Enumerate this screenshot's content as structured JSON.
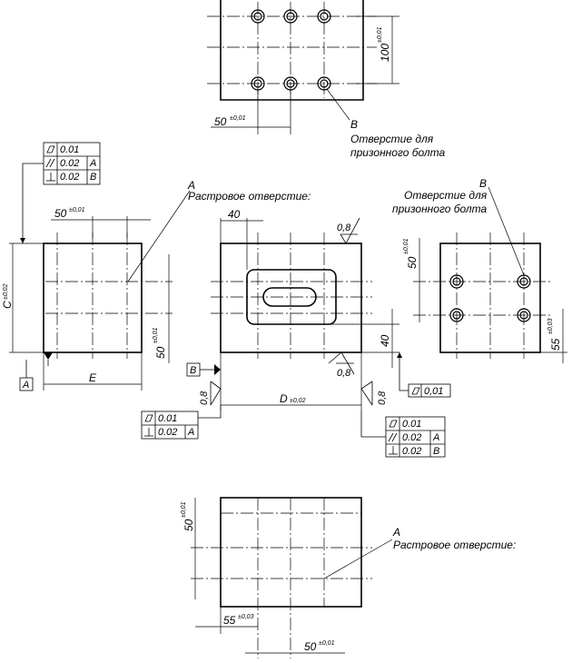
{
  "views": {
    "top": {
      "dim_spacing": "50",
      "dim_spacing_tol": "±0,01",
      "dim_height": "100",
      "dim_height_tol": "±0,01",
      "callout_letter": "B",
      "callout_text_line1": "Отверстие для",
      "callout_text_line2": "призонного болта"
    },
    "left": {
      "dim_spacing": "50",
      "dim_spacing_tol": "±0,01",
      "dim_height": "C",
      "dim_height_tol": "±0,02",
      "dim_width": "E",
      "dim_vert": "50",
      "dim_vert_tol": "±0,01",
      "datum": "A",
      "callout_letter": "A",
      "callout_text": "Растровое отверстие:"
    },
    "front": {
      "dim_40_top": "40",
      "dim_40_side": "40",
      "roughness_top": "0,8",
      "roughness_bottom": "0,8",
      "roughness_left": "0,8",
      "roughness_right": "0,8",
      "dim_width": "D",
      "dim_width_tol": "±0,02",
      "datum": "B",
      "flatness_value": "0,01"
    },
    "right": {
      "callout_letter": "B",
      "callout_text_line1": "Отверстие для",
      "callout_text_line2": "призонного болта",
      "dim_vert": "50",
      "dim_vert_tol": "±0,01",
      "dim_55": "55",
      "dim_55_tol": "±0,03"
    },
    "bottom": {
      "dim_vert": "50",
      "dim_vert_tol": "±0,01",
      "dim_55": "55",
      "dim_55_tol": "±0,03",
      "dim_50": "50",
      "dim_50_tol": "±0,01",
      "callout_letter": "A",
      "callout_text": "Растровое отверстие:"
    }
  },
  "tolerance_frames": {
    "left_view": [
      {
        "symbol": "flatness",
        "value": "0.01",
        "datum": ""
      },
      {
        "symbol": "parallelism",
        "value": "0.02",
        "datum": "A"
      },
      {
        "symbol": "perpendicularity",
        "value": "0.02",
        "datum": "B"
      }
    ],
    "front_left": [
      {
        "symbol": "flatness",
        "value": "0.01",
        "datum": ""
      },
      {
        "symbol": "perpendicularity",
        "value": "0.02",
        "datum": "A"
      }
    ],
    "front_right": [
      {
        "symbol": "flatness",
        "value": "0.01",
        "datum": ""
      },
      {
        "symbol": "parallelism",
        "value": "0.02",
        "datum": "A"
      },
      {
        "symbol": "perpendicularity",
        "value": "0.02",
        "datum": "B"
      }
    ]
  }
}
